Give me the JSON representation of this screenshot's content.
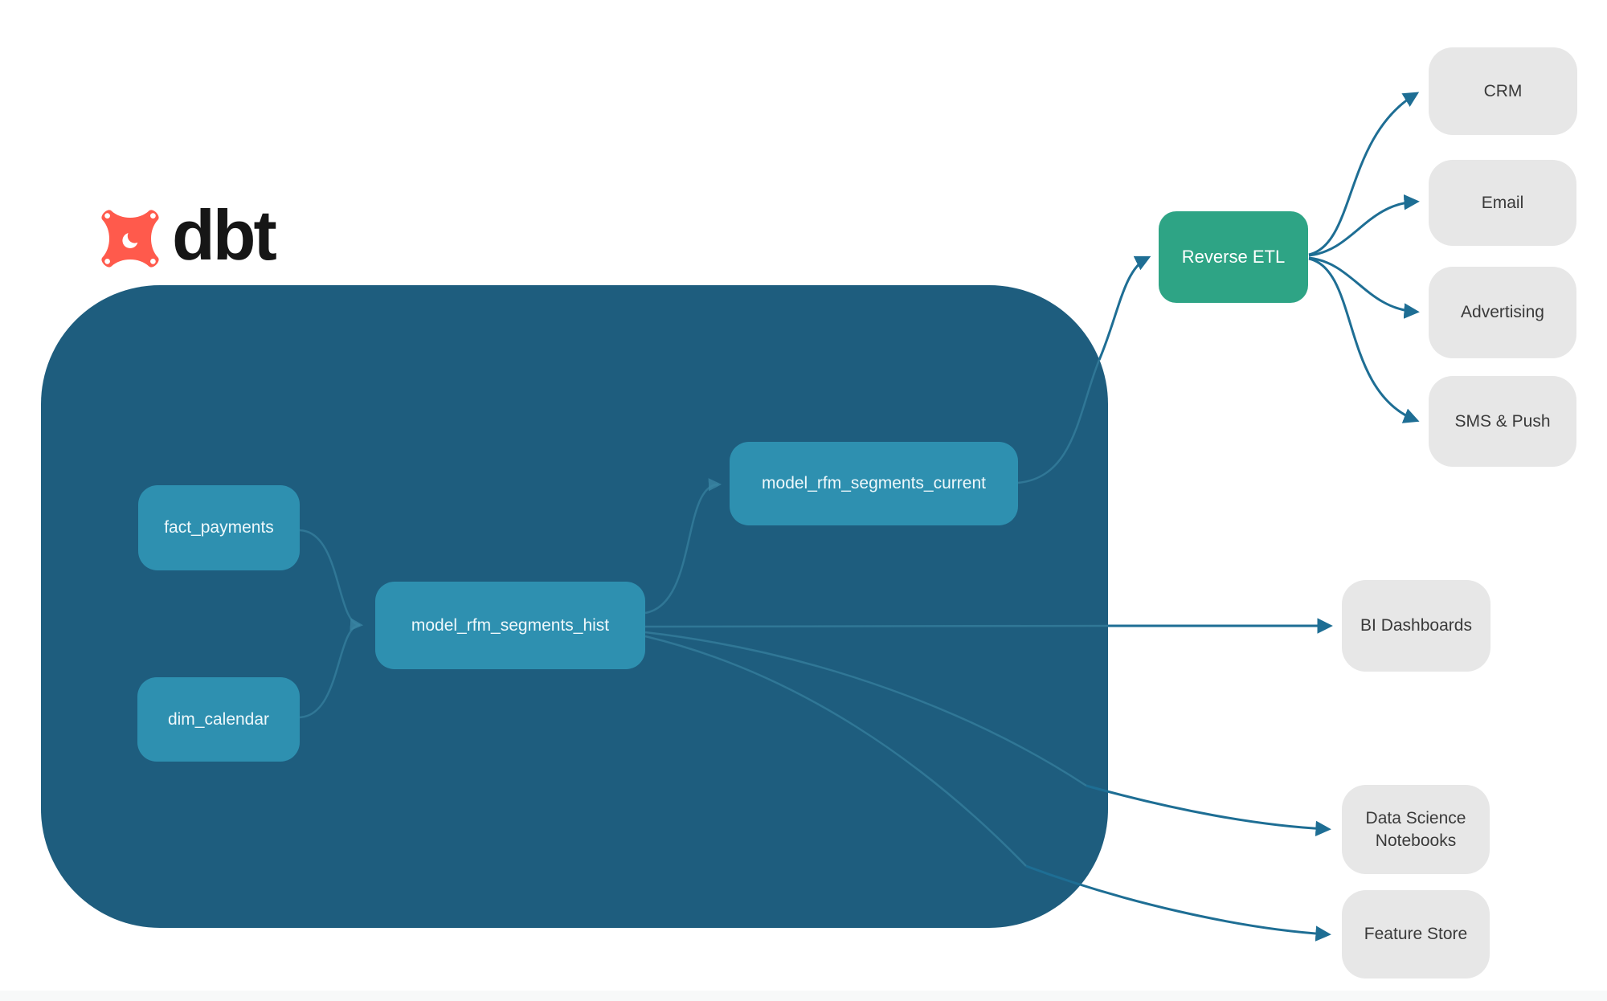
{
  "diagram": {
    "brand": {
      "name": "dbt",
      "icon": "dbt-star-icon"
    },
    "warehouse_nodes": {
      "fact_payments": "fact_payments",
      "dim_calendar": "dim_calendar",
      "model_rfm_segments_hist": "model_rfm_segments_hist",
      "model_rfm_segments_current": "model_rfm_segments_current"
    },
    "destination_nodes": {
      "reverse_etl": "Reverse ETL",
      "crm": "CRM",
      "email": "Email",
      "advertising": "Advertising",
      "sms_push": "SMS & Push",
      "bi_dashboards": "BI Dashboards",
      "data_science_notebooks": "Data Science Notebooks",
      "feature_store": "Feature Store"
    },
    "edges": [
      {
        "from": "fact_payments",
        "to": "model_rfm_segments_hist"
      },
      {
        "from": "dim_calendar",
        "to": "model_rfm_segments_hist"
      },
      {
        "from": "model_rfm_segments_hist",
        "to": "model_rfm_segments_current"
      },
      {
        "from": "model_rfm_segments_current",
        "to": "Reverse ETL"
      },
      {
        "from": "Reverse ETL",
        "to": "CRM"
      },
      {
        "from": "Reverse ETL",
        "to": "Email"
      },
      {
        "from": "Reverse ETL",
        "to": "Advertising"
      },
      {
        "from": "Reverse ETL",
        "to": "SMS & Push"
      },
      {
        "from": "model_rfm_segments_hist",
        "to": "BI Dashboards"
      },
      {
        "from": "model_rfm_segments_hist",
        "to": "Data Science Notebooks"
      },
      {
        "from": "model_rfm_segments_hist",
        "to": "Feature Store"
      }
    ],
    "colors": {
      "container_bg": "#1e5d7e",
      "model_node_bg": "#2e90b0",
      "reverse_etl_bg": "#2ea485",
      "destination_bg": "#e7e7e7",
      "edge_strong": "#1e6e94",
      "edge_subtle": "#3a85a3",
      "logo_orange": "#ff5a4c"
    }
  }
}
